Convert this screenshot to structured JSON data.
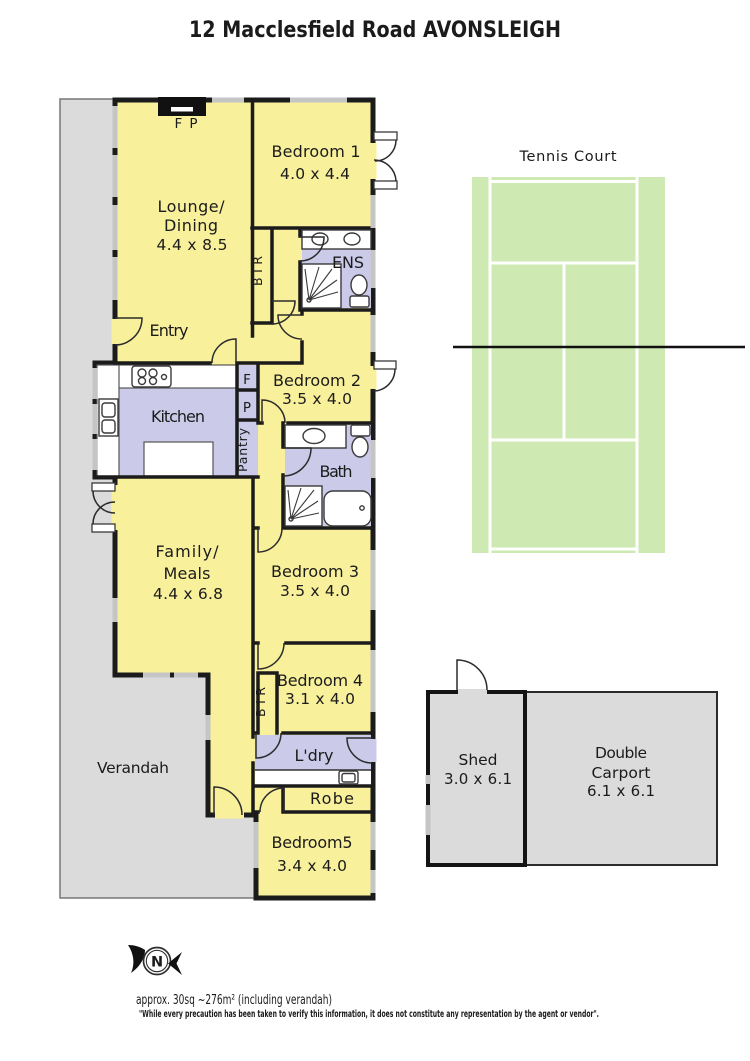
{
  "title": "12 Macclesfield Road AVONSLEIGH",
  "colors": {
    "room_yellow": "#f8f09b",
    "wet_area_lavender": "#cbcae9",
    "outdoor_grey": "#dbdbdb",
    "tennis_green": "#cee9b2",
    "wall_black": "#1b1b1b",
    "window_grey": "#c5c5c5"
  },
  "rooms": {
    "lounge_dining": {
      "label_line1": "Lounge/",
      "label_line2": "Dining",
      "dims": "4.4 x 8.5"
    },
    "bedroom1": {
      "label": "Bedroom 1",
      "dims": "4.0 x 4.4"
    },
    "bedroom2": {
      "label": "Bedroom 2",
      "dims": "3.5 x 4.0"
    },
    "bedroom3": {
      "label": "Bedroom 3",
      "dims": "3.5 x 4.0"
    },
    "bedroom4": {
      "label": "Bedroom 4",
      "dims": "3.1 x 4.0"
    },
    "bedroom5": {
      "label": "Bedroom5",
      "dims": "3.4 x 4.0"
    },
    "family_meals": {
      "label_line1": "Family/",
      "label_line2": "Meals",
      "dims": "4.4 x 6.8"
    },
    "kitchen": {
      "label": "Kitchen"
    },
    "entry": {
      "label": "Entry"
    },
    "ensuite": {
      "label": "ENS"
    },
    "bath": {
      "label": "Bath"
    },
    "laundry": {
      "label": "L'dry"
    },
    "robe": {
      "label": "Robe"
    },
    "bir_bedroom1": {
      "label": "BIR"
    },
    "bir_bedroom4": {
      "label": "BIR"
    },
    "fridge": {
      "label": "F"
    },
    "pantry_cupboard": {
      "label": "P"
    },
    "pantry": {
      "label": "Pantry"
    },
    "fireplace": {
      "label": "FP"
    },
    "verandah": {
      "label": "Verandah"
    }
  },
  "outdoor": {
    "tennis_court": {
      "label": "Tennis Court"
    },
    "shed": {
      "label": "Shed",
      "dims": "3.0 x 6.1"
    },
    "carport": {
      "label_line1": "Double",
      "label_line2": "Carport",
      "dims": "6.1 x 6.1"
    }
  },
  "compass": {
    "north_label": "N"
  },
  "footer": {
    "area_note": "approx. 30sq ~276m² (including verandah)",
    "disclaimer": "\"While every precaution has been taken to verify this information, it does not constitute any representation by the agent or vendor\"."
  }
}
